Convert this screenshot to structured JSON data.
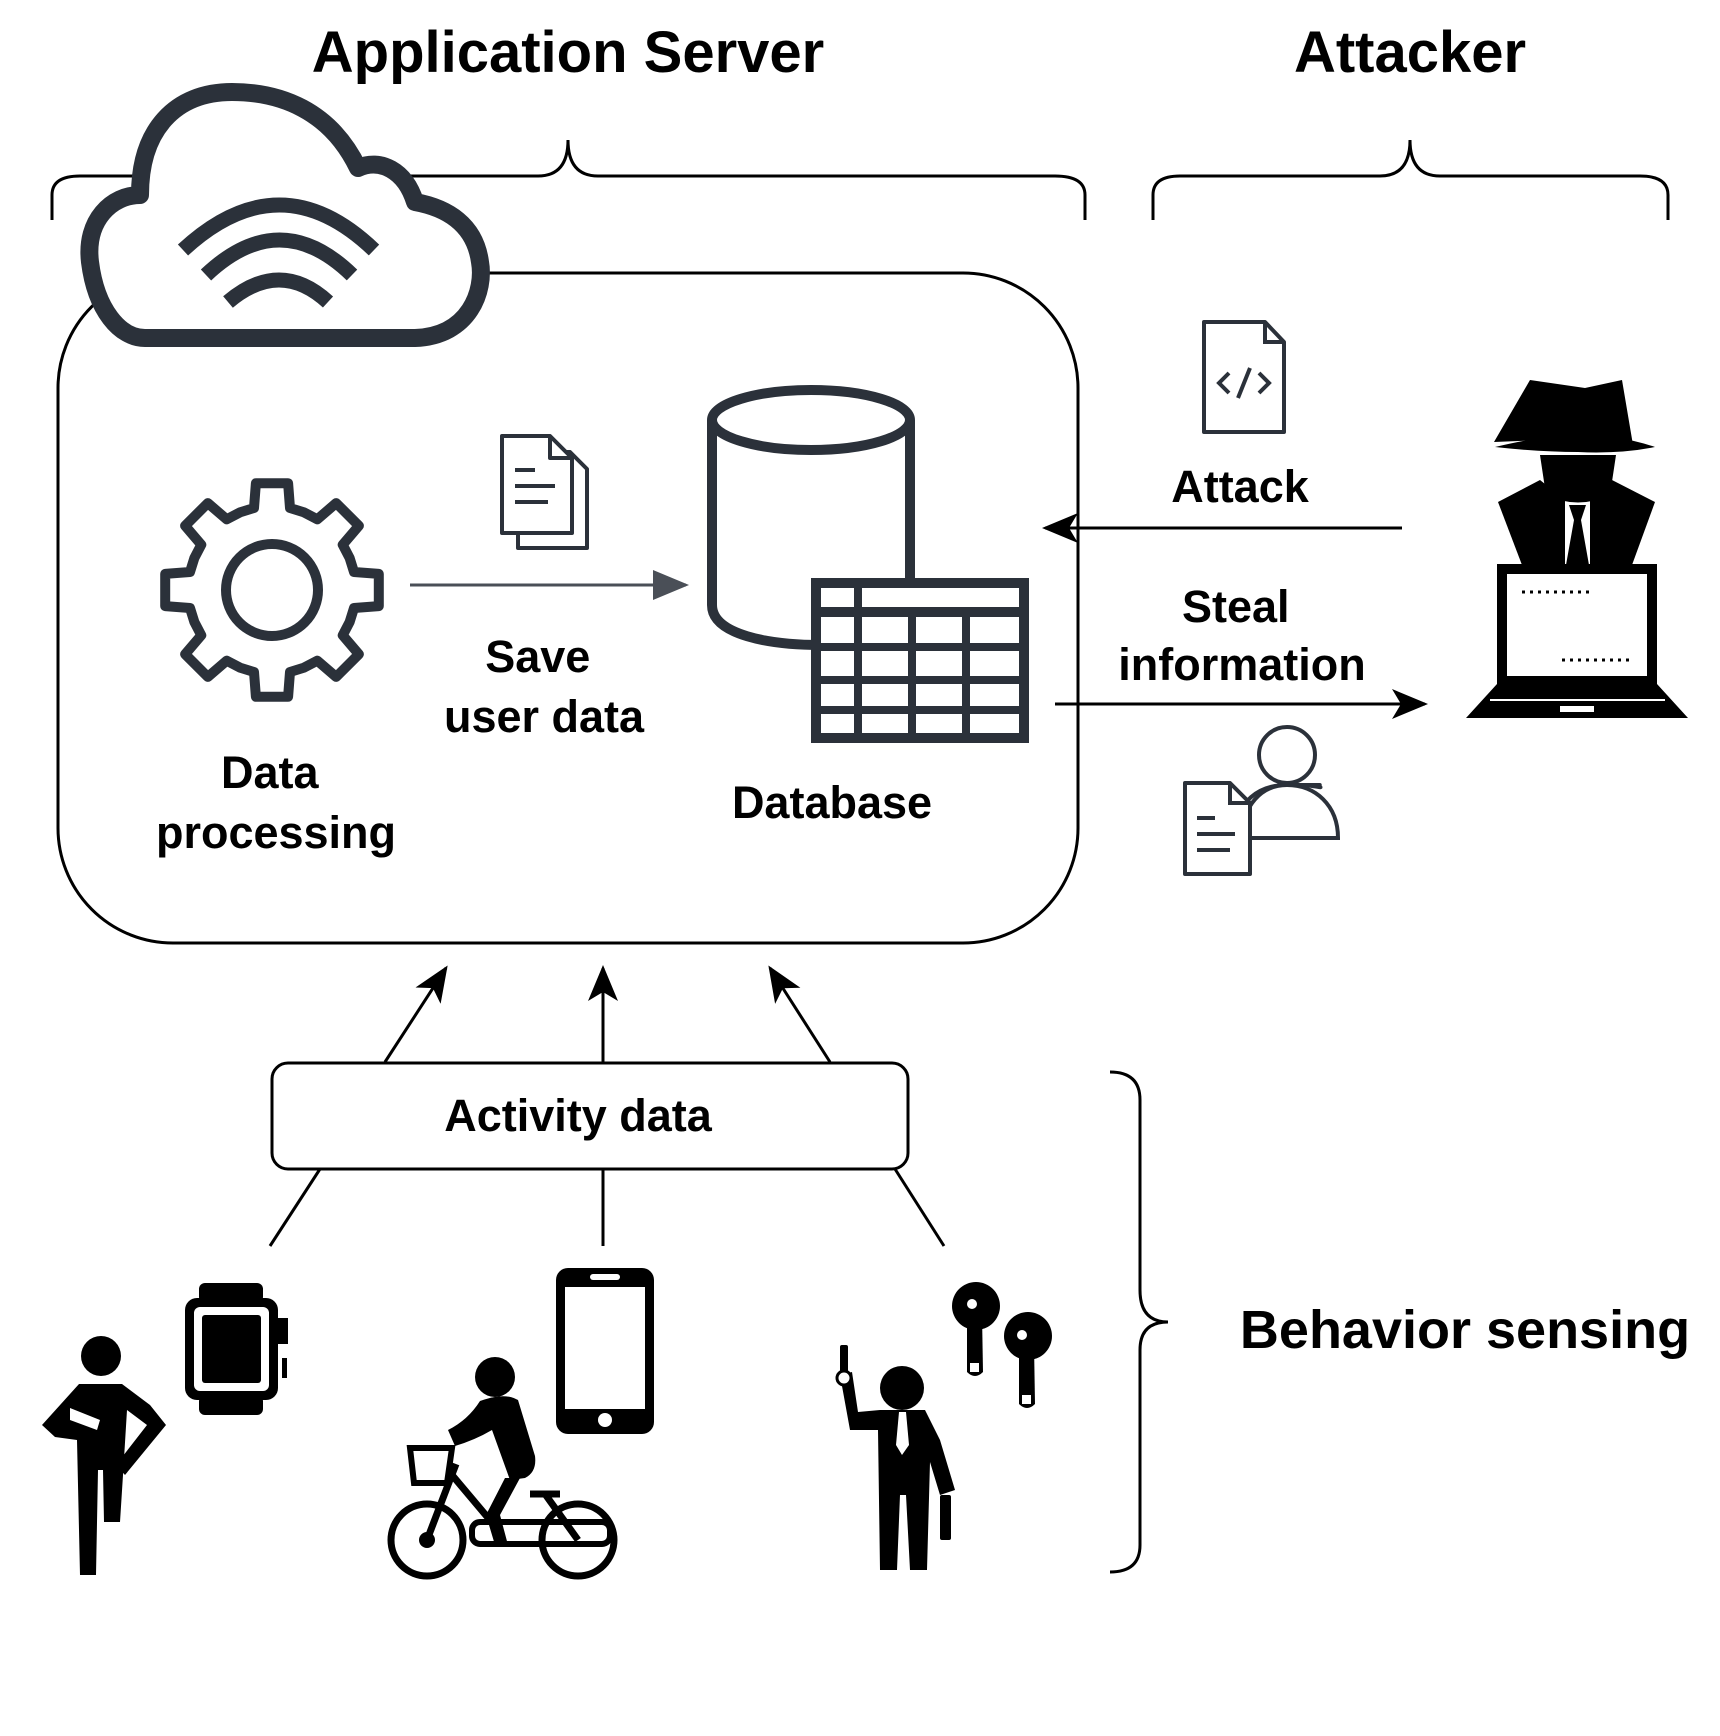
{
  "sections": {
    "server": "Application Server",
    "attacker": "Attacker",
    "sensing": "Behavior sensing"
  },
  "server": {
    "processing": {
      "line1": "Data",
      "line2": "processing"
    },
    "save": {
      "line1": "Save",
      "line2": "user data"
    },
    "database": "Database"
  },
  "attack": {
    "attack_label": "Attack",
    "steal_line1": "Steal",
    "steal_line2": "information"
  },
  "activity": {
    "label": "Activity data"
  },
  "icons": {
    "cloud": "cloud-wifi-icon",
    "gear": "gear-icon",
    "document": "document-copy-icon",
    "database": "database-table-icon",
    "code": "code-file-icon",
    "user_doc": "user-document-icon",
    "hacker": "hacker-laptop-icon",
    "smartwatch": "smartwatch-icon",
    "smartphone": "smartphone-icon",
    "earbuds": "earbuds-icon",
    "walking": "walking-person-icon",
    "cyclist": "cyclist-icon",
    "businessman": "businessman-icon"
  },
  "colors": {
    "stroke": "#000000",
    "icon_dark": "#2b313a",
    "arrow_gray": "#4a4f57"
  }
}
